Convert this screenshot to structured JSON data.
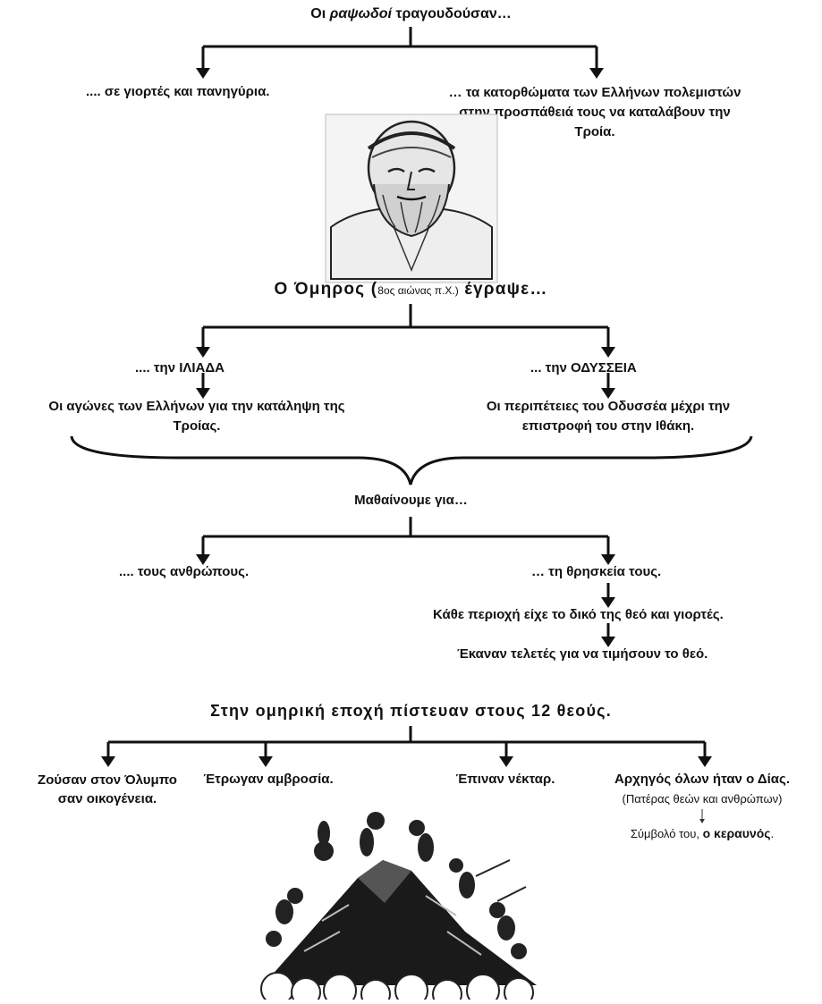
{
  "title_prefix": "Οι ",
  "title_italic": "ραψωδοί",
  "title_suffix": " τραγουδούσαν…",
  "rhapsodes": {
    "left": ".... σε γιορτές και πανηγύρια.",
    "right_lines": [
      "… τα κατορθώματα των Ελλήνων πολεμιστών",
      "στην προσπάθειά τους να καταλάβουν την",
      "Τροία."
    ]
  },
  "homer": {
    "heading_a": "Ο Όμηρος (",
    "heading_small": "8ος αιώνας π.Χ.)",
    "heading_b": " έγραψε…"
  },
  "iliad": {
    "label": ".... την ΙΛΙΑΔΑ",
    "desc_lines": [
      "Οι αγώνες των Ελλήνων για την κατάληψη της",
      "Τροίας."
    ]
  },
  "odyssey": {
    "label": "... την ΟΔΥΣΣΕΙΑ",
    "desc_lines": [
      "Οι περιπέτειες του Οδυσσέα μέχρι την",
      "επιστροφή του στην Ιθάκη."
    ]
  },
  "learn": {
    "heading": "Μαθαίνουμε για…",
    "people": ".... τους ανθρώπους.",
    "religion": "… τη θρησκεία τους.",
    "region": "Κάθε περιοχή είχε το δικό της θεό και γιορτές.",
    "rituals": "Έκαναν τελετές για να τιμήσουν το θεό."
  },
  "gods": {
    "heading": "Στην ομηρική εποχή πίστευαν στους 12 θεούς.",
    "olympus_lines": [
      "Ζούσαν στον Όλυμπο",
      "σαν οικογένεια."
    ],
    "ambrosia": "Έτρωγαν αμβροσία.",
    "nectar": "Έπιναν νέκταρ.",
    "zeus": "Αρχηγός όλων ήταν ο Δίας.",
    "zeus_note": "(Πατέρας θεών και ανθρώπων)",
    "symbol_prefix": "Σύμβολό του, ",
    "symbol": "ο κεραυνός",
    "symbol_end": "."
  }
}
